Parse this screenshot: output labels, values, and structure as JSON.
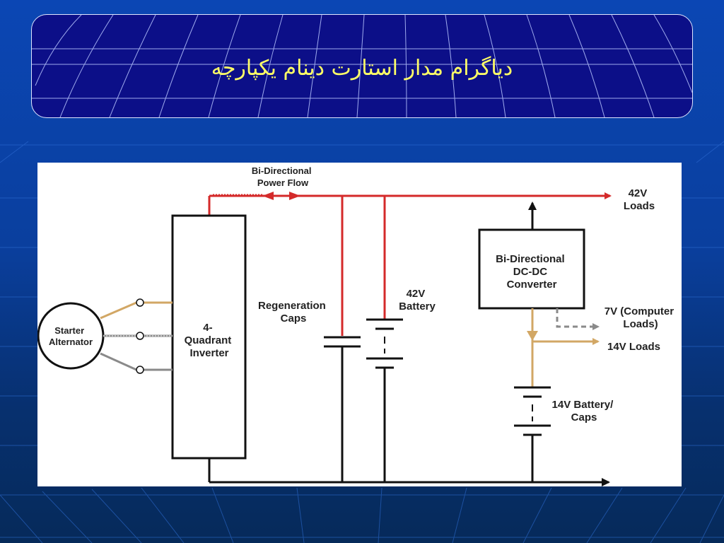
{
  "title": "دیاگرام مدار استارت دینام یکپارچه",
  "diagram": {
    "power_flow_label": [
      "Bi-Directional",
      "Power Flow"
    ],
    "loads_42v": [
      "42V",
      "Loads"
    ],
    "converter_label": [
      "Bi-Directional",
      "DC-DC",
      "Converter"
    ],
    "computer_loads": [
      "7V (Computer",
      "Loads)"
    ],
    "loads_14v": "14V Loads",
    "battery_14v": [
      "14V Battery/",
      "Caps"
    ],
    "battery_42v": [
      "42V",
      "Battery"
    ],
    "regen_caps": [
      "Regeneration",
      "Caps"
    ],
    "inverter_label": [
      "4-",
      "Quadrant",
      "Inverter"
    ],
    "starter_label": [
      "Starter",
      "Alternator"
    ]
  },
  "colors": {
    "bus_42v": "#d42a2a",
    "bus_14v": "#d2a765",
    "ground": "#111111",
    "title_text": "#ffff66"
  }
}
